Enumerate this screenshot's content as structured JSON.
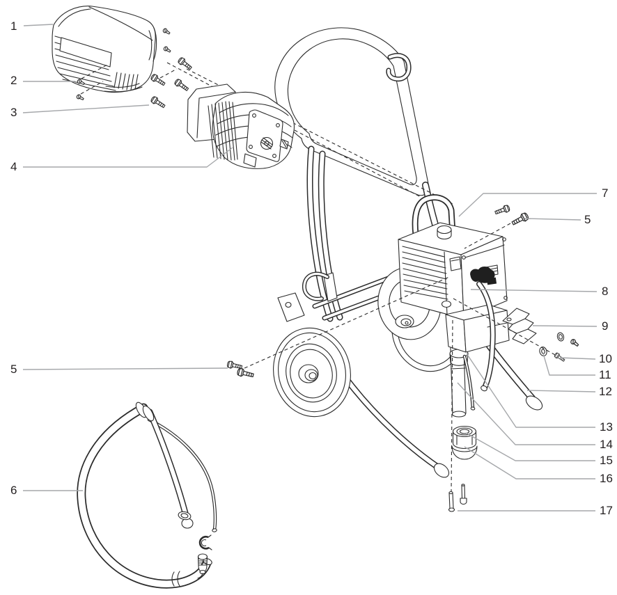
{
  "figure": {
    "type": "exploded-parts-diagram",
    "background": "#ffffff",
    "stroke_color": "#2b2b2b",
    "leader_color": "#a5a7aa",
    "label_color": "#231f20"
  },
  "callouts": {
    "c1": {
      "label": "1",
      "part": "motor-cover"
    },
    "c2": {
      "label": "2",
      "part": "cover-screw"
    },
    "c3": {
      "label": "3",
      "part": "cover-bolt"
    },
    "c4": {
      "label": "4",
      "part": "motor-assembly"
    },
    "c5_left": {
      "label": "5",
      "part": "mounting-bolts"
    },
    "c6": {
      "label": "6",
      "part": "siphon-hose-assembly"
    },
    "c7": {
      "label": "7",
      "part": "pump-assembly"
    },
    "c5_right": {
      "label": "5",
      "part": "mounting-bolts"
    },
    "c8": {
      "label": "8",
      "part": "pump-block"
    },
    "c9": {
      "label": "9",
      "part": "bracket"
    },
    "c10": {
      "label": "10",
      "part": "screw"
    },
    "c11": {
      "label": "11",
      "part": "washer"
    },
    "c12": {
      "label": "12",
      "part": "cart-leg"
    },
    "c13": {
      "label": "13",
      "part": "return-tube"
    },
    "c14": {
      "label": "14",
      "part": "suction-tube"
    },
    "c15": {
      "label": "15",
      "part": "filter-nut"
    },
    "c16": {
      "label": "16",
      "part": "inlet-filter"
    },
    "c17": {
      "label": "17",
      "part": "pin"
    }
  }
}
